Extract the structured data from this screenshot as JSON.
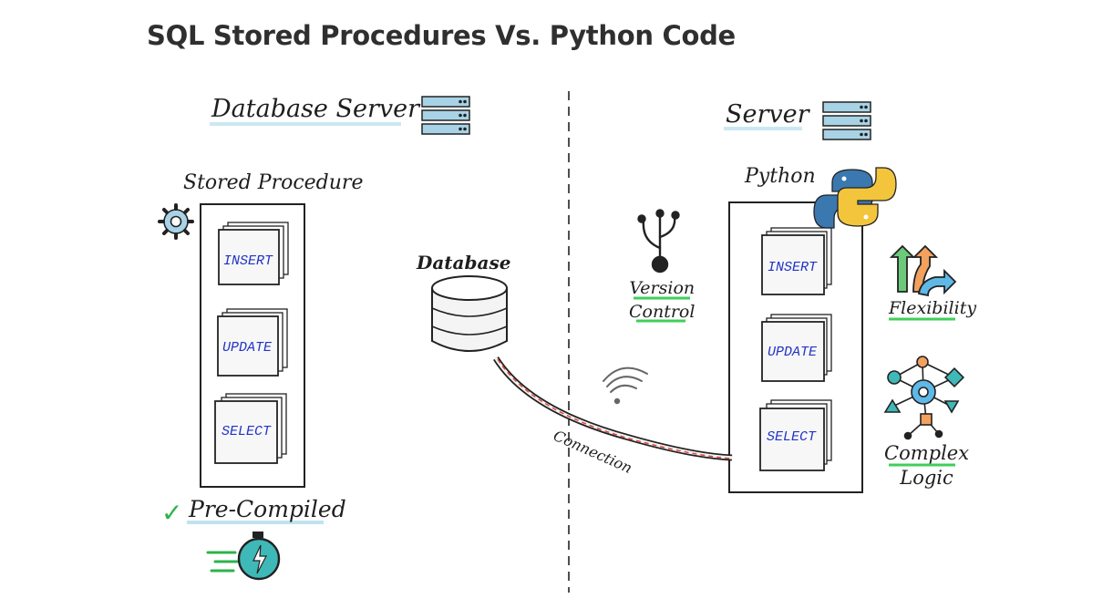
{
  "title": "SQL Stored Procedures Vs. Python Code",
  "left": {
    "server_label": "Database Server",
    "container_label": "Stored Procedure",
    "operations": [
      "INSERT",
      "UPDATE",
      "SELECT"
    ],
    "footer_label": "Pre-Compiled",
    "icons": [
      "server-stack-icon",
      "gear-icon",
      "check-icon",
      "stopwatch-icon"
    ]
  },
  "center": {
    "database_label": "Database",
    "connection_label": "Connection",
    "icons": [
      "database-cylinder-icon",
      "wifi-signal-icon"
    ]
  },
  "right": {
    "server_label": "Server",
    "container_label": "Python",
    "operations": [
      "INSERT",
      "UPDATE",
      "SELECT"
    ],
    "features": {
      "version_control": [
        "Version",
        "Control"
      ],
      "flexibility": "Flexibility",
      "complex_logic": [
        "Complex",
        "Logic"
      ]
    },
    "icons": [
      "server-stack-icon",
      "python-logo-icon",
      "version-control-icon",
      "flexibility-arrows-icon",
      "complex-logic-network-icon"
    ]
  },
  "colors": {
    "server_blue": "#a8d3e6",
    "operation_text": "#2233c8",
    "check_green": "#2db34a",
    "highlight_green": "#3fcf5a",
    "python_blue": "#3b78b0",
    "python_yellow": "#f2c53d",
    "stopwatch_teal": "#3fb8b8",
    "connection_red": "#e0453a"
  }
}
